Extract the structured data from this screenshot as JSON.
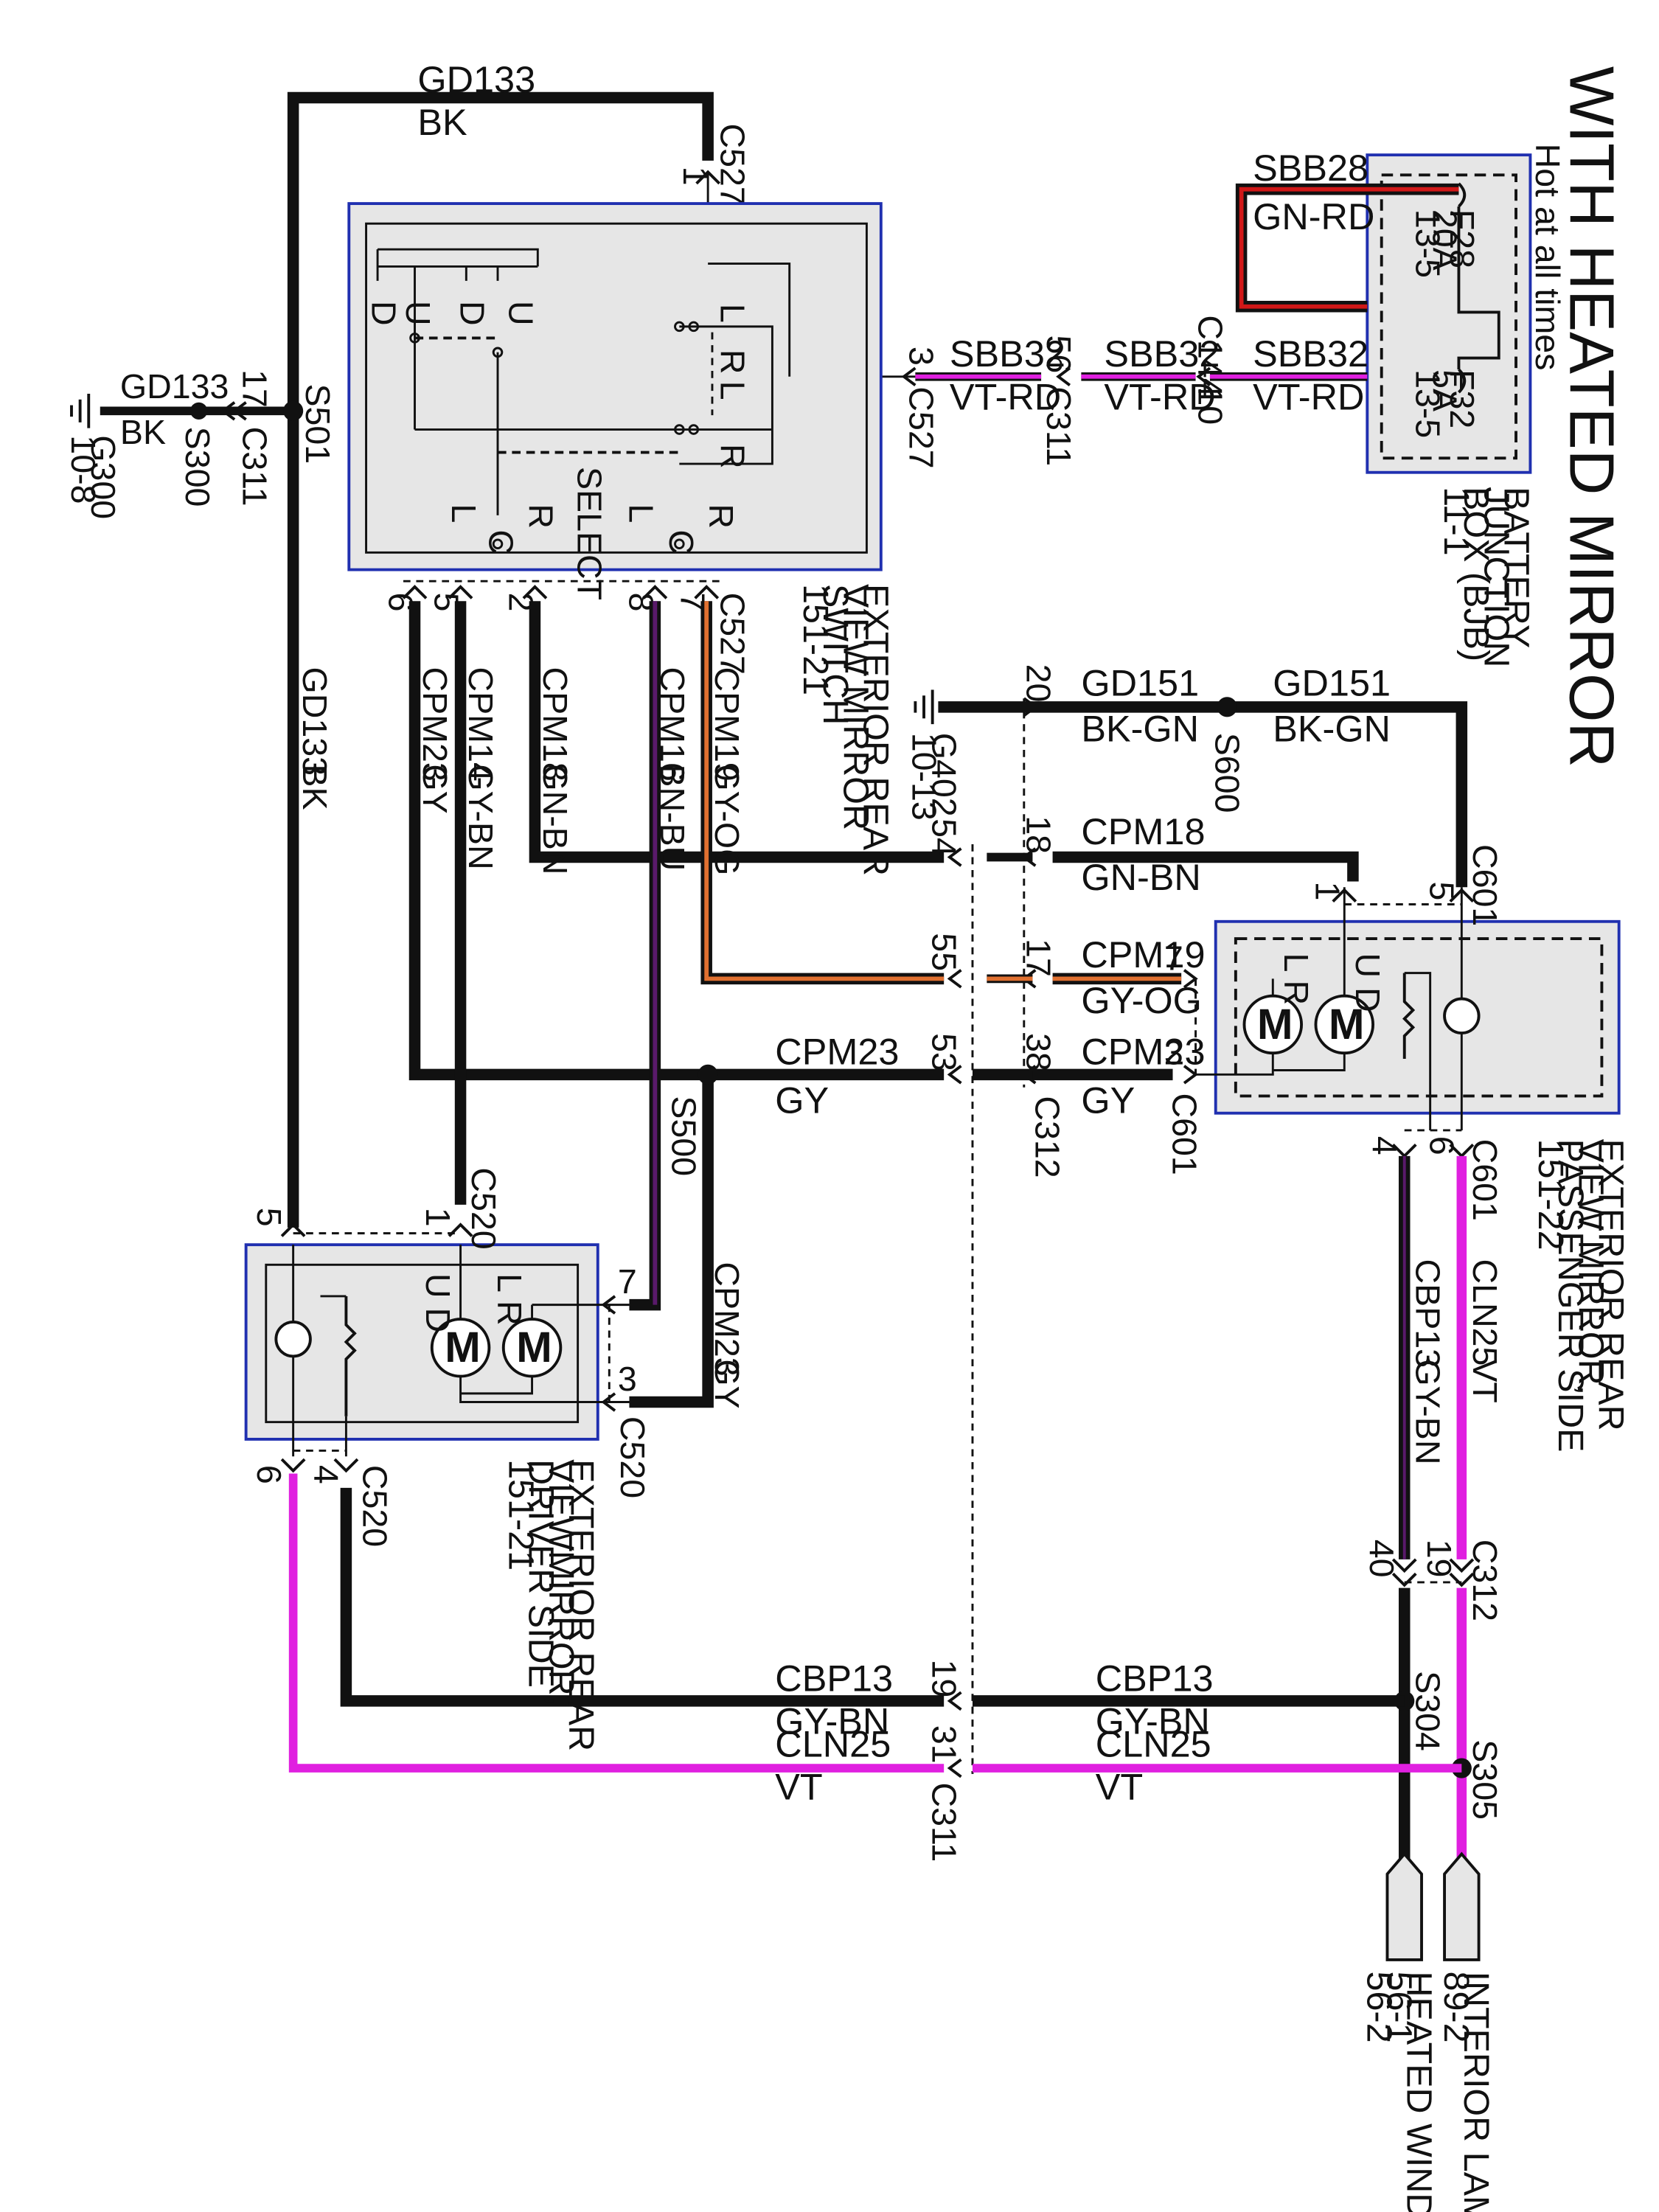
{
  "title": "WITH HEATED MIRROR",
  "colors": {
    "black": "#111111",
    "violet": "#e020e0",
    "red": "#d01818",
    "orange": "#e07030",
    "blue_box": "#2030b0",
    "box_fill": "#e6e6e6",
    "purple": "#5a1a6a"
  },
  "bjb": {
    "hot": "Hot at all times",
    "name1": "BATTERY",
    "name2": "JUNCTION",
    "name3": "BOX (BJB)",
    "ref": "11-1",
    "f28": "F28",
    "f28_rating": "20A",
    "f28_ref": "13-5",
    "f32": "F32",
    "f32_rating": "5A",
    "f32_ref": "13-5"
  },
  "switch": {
    "name1": "EXTERIOR REAR",
    "name2": "VIEW MIRROR",
    "name3": "SWITCH",
    "ref": "151-21",
    "select": "SELECT",
    "D": "D",
    "U": "U",
    "L": "L",
    "R": "R",
    "C": "C"
  },
  "passenger_mirror": {
    "name1": "EXTERIOR REAR",
    "name2": "VIEW MIRROR,",
    "name3": "PASSENGER SIDE",
    "ref": "151-22",
    "LR": "L R",
    "UD": "U D",
    "M": "M"
  },
  "driver_mirror": {
    "name1": "EXTERIOR REAR",
    "name2": "VIEWMIRROR,",
    "name3": "DRIVER SIDE",
    "ref": "151-21",
    "LR": "L R",
    "UD": "U D",
    "M": "M"
  },
  "ground_g300": {
    "name": "G300",
    "ref": "10-8"
  },
  "ground_g402": {
    "name": "G402",
    "ref": "10-13"
  },
  "interior_lamps": {
    "name": "INTERIOR LAMPS",
    "ref": "89-2"
  },
  "heated_window": {
    "name": "HEATED WINDOW",
    "ref1": "56-1",
    "ref2": "56-2"
  },
  "labels": {
    "gd133": "GD133",
    "bk": "BK",
    "c527": "C527",
    "one": "1",
    "s501": "S501",
    "seventeen": "17",
    "c311": "C311",
    "s300": "S300",
    "sbb28": "SBB28",
    "gnrd": "GN-RD",
    "sbb32": "SBB32",
    "vtrd": "VT-RD",
    "three": "3",
    "fiftysix": "56",
    "c144": "C144",
    "ten": "10",
    "p6": "6",
    "p5": "5",
    "p2": "2",
    "p8": "8",
    "p7": "7",
    "cpm23": "CPM23",
    "gy": "GY",
    "cpm14": "CPM14",
    "gybn": "GY-BN",
    "cpm18": "CPM18",
    "gnbn": "GN-BN",
    "cpm16": "CPM16",
    "bnbu": "BN-BU",
    "cpm19": "CPM19",
    "gyog": "GY-OG",
    "gd151": "GD151",
    "bkgn": "BK-GN",
    "s600": "S600",
    "twenty": "20",
    "fiftyfour": "54",
    "eighteen": "18",
    "fiftyfive": "55",
    "fiftythree": "53",
    "thirtyeight": "38",
    "c312": "C312",
    "c601": "C601",
    "four": "4",
    "s500": "S500",
    "c520": "C520",
    "cbp13": "CBP13",
    "cln25": "CLN25",
    "vt": "VT",
    "forty": "40",
    "nineteen": "19",
    "thirtyone": "31",
    "s304": "S304",
    "s305": "S305"
  }
}
